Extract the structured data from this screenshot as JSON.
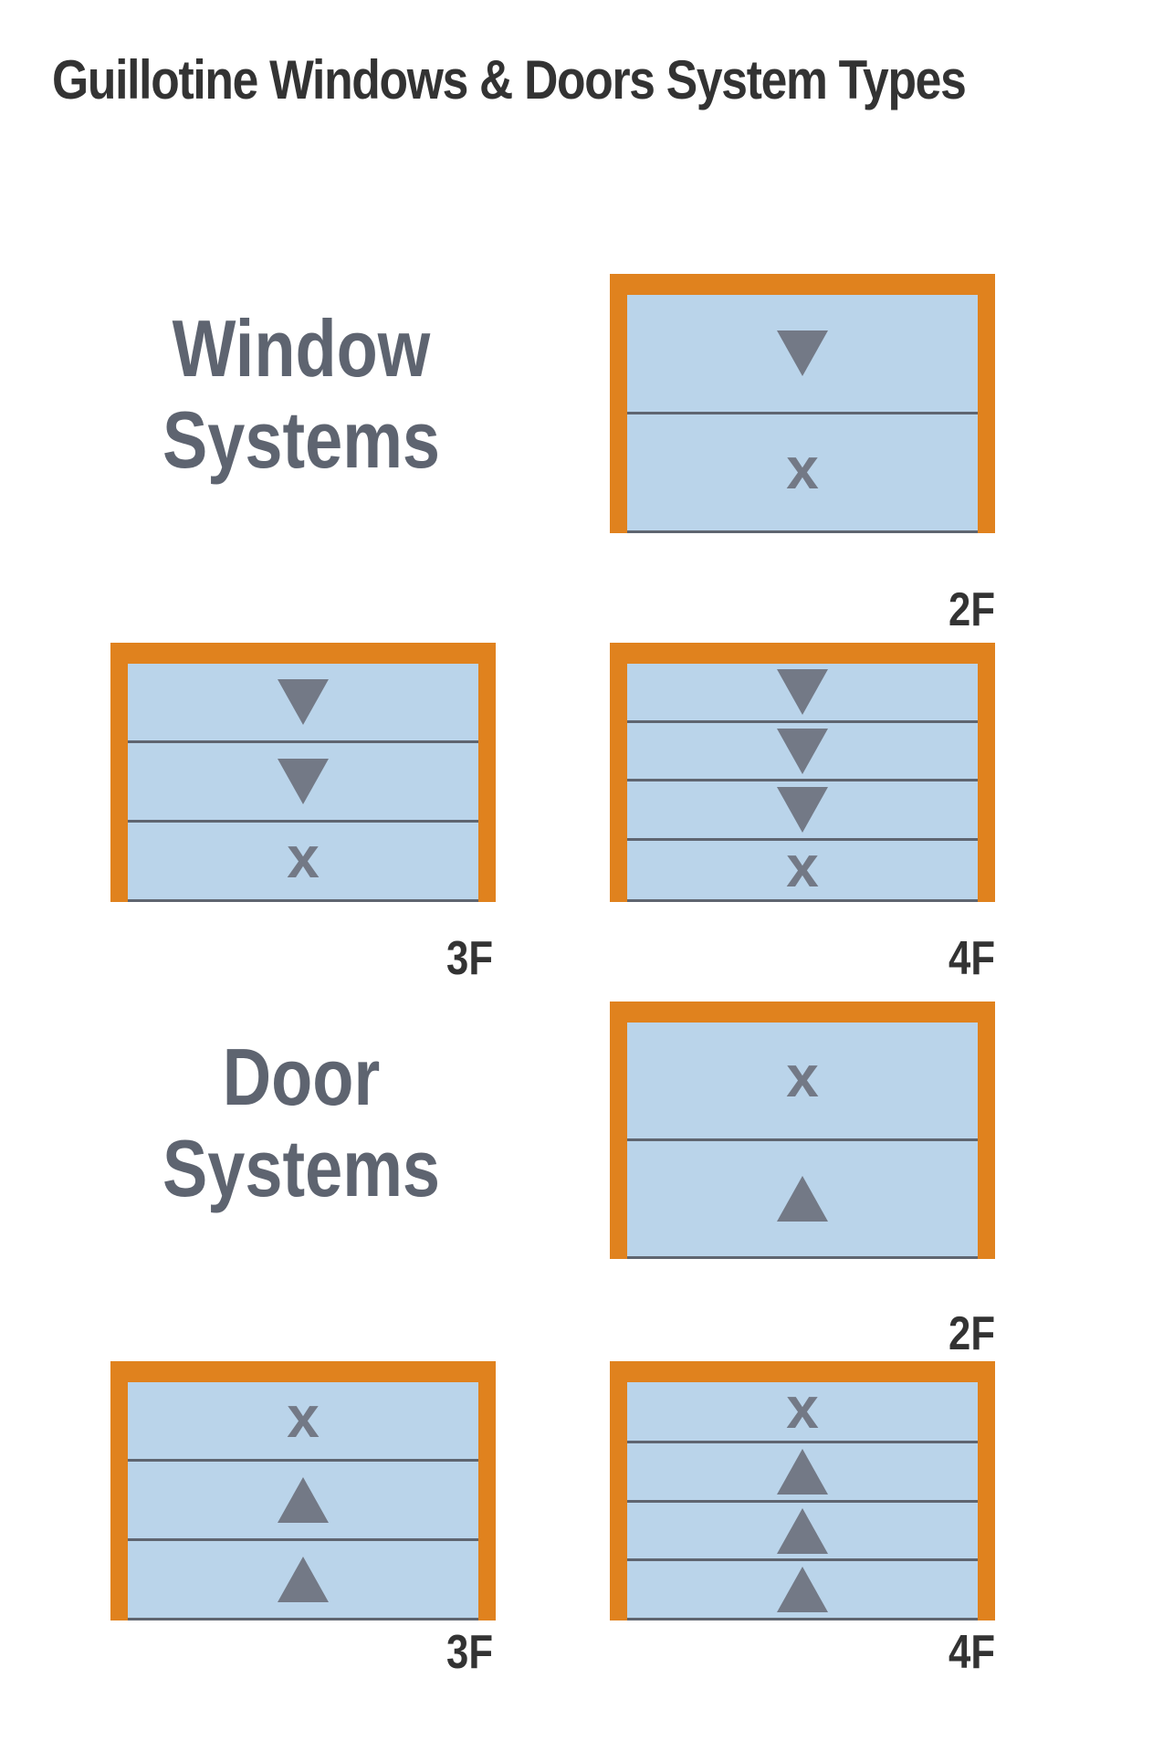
{
  "title": "Guillotine Windows & Doors System Types",
  "colors": {
    "frame": "#e0821e",
    "glass": "#bad4ea",
    "symbol": "#737986",
    "divider": "#5f6570"
  },
  "symbol_legend": {
    "down": "triangle-down-icon",
    "up": "triangle-up-icon",
    "fixed": "x-icon"
  },
  "sections": {
    "window": {
      "label_line1": "Window",
      "label_line2": "Systems",
      "units": [
        {
          "code": "2F",
          "panels": [
            "down",
            "x"
          ]
        },
        {
          "code": "3F",
          "panels": [
            "down",
            "down",
            "x"
          ]
        },
        {
          "code": "4F",
          "panels": [
            "down",
            "down",
            "down",
            "x"
          ]
        }
      ]
    },
    "door": {
      "label_line1": "Door",
      "label_line2": "Systems",
      "units": [
        {
          "code": "2F",
          "panels": [
            "x",
            "up"
          ]
        },
        {
          "code": "3F",
          "panels": [
            "x",
            "up",
            "up"
          ]
        },
        {
          "code": "4F",
          "panels": [
            "x",
            "up",
            "up",
            "up"
          ]
        }
      ]
    }
  }
}
